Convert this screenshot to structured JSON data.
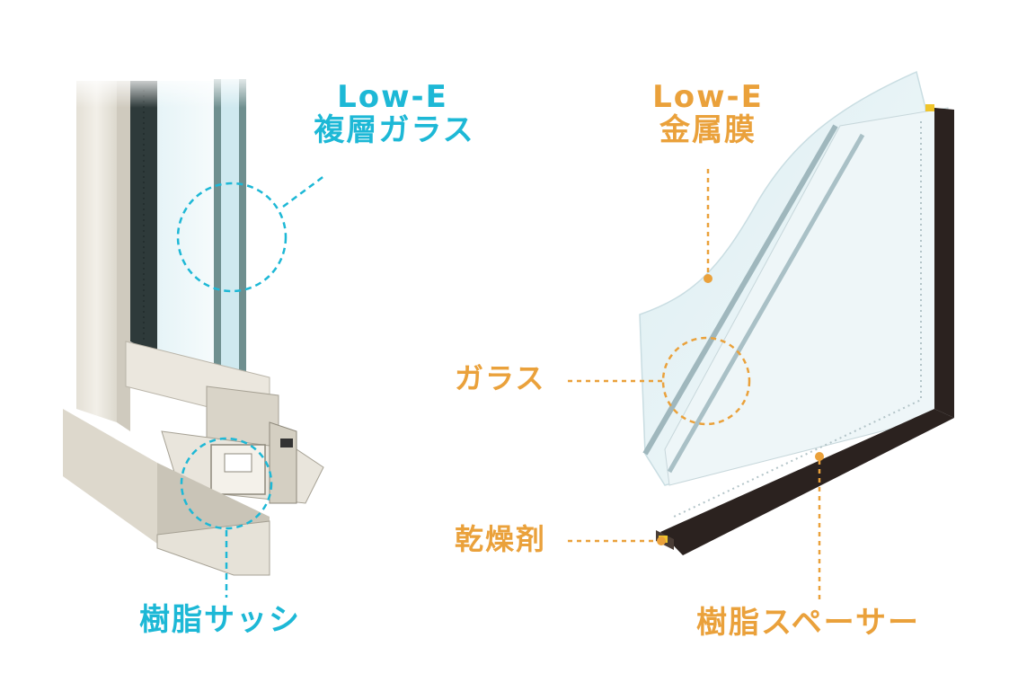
{
  "left": {
    "glass_label_line1": "Low-E",
    "glass_label_line2": "複層ガラス",
    "sash_label": "樹脂サッシ",
    "accent_color": "#1db8d6"
  },
  "right": {
    "film_label_line1": "Low-E",
    "film_label_line2": "金属膜",
    "glass_label": "ガラス",
    "desiccant_label": "乾燥剤",
    "spacer_label": "樹脂スペーサー",
    "accent_color": "#eaa13b"
  }
}
